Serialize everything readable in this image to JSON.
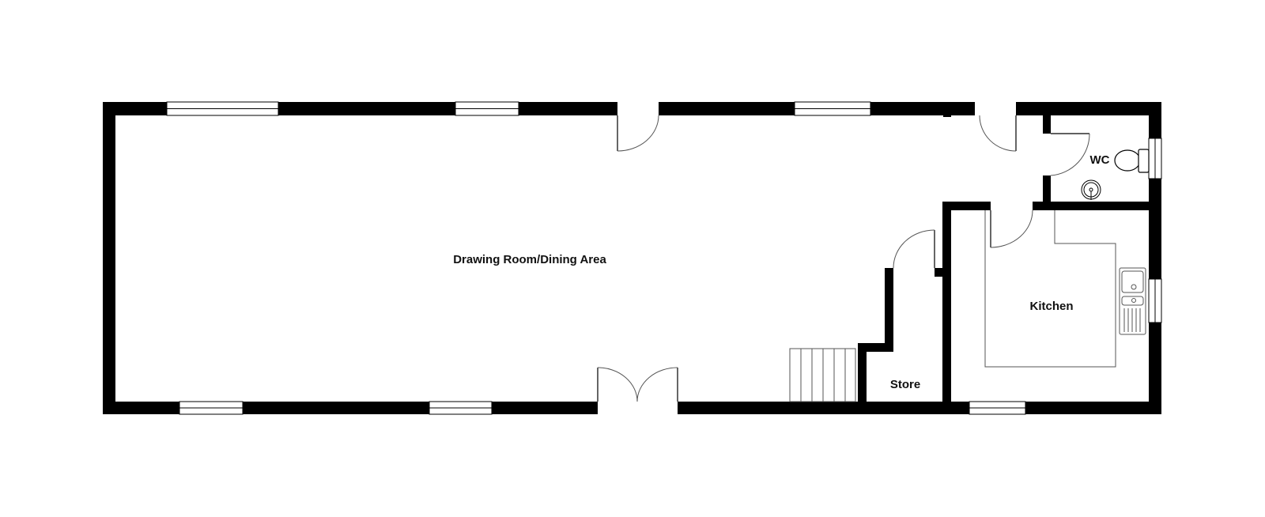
{
  "plan": {
    "rooms": [
      {
        "id": "drawing",
        "label": "Drawing Room/Dining Area"
      },
      {
        "id": "kitchen",
        "label": "Kitchen"
      },
      {
        "id": "store",
        "label": "Store"
      },
      {
        "id": "wc",
        "label": "WC"
      }
    ],
    "colors": {
      "wall": "#000000",
      "background": "#ffffff",
      "fixture": "#555555"
    }
  }
}
